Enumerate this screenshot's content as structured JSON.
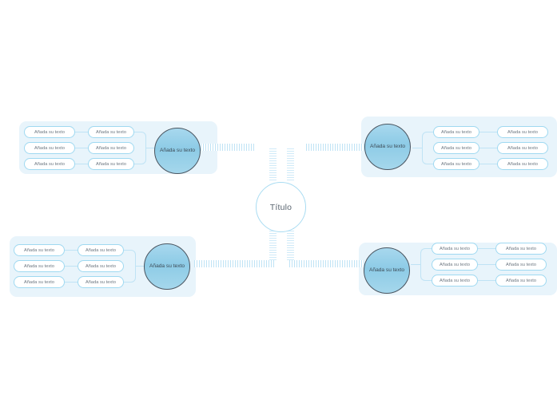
{
  "diagram": {
    "type": "mind-map",
    "title_node": {
      "label": "Título"
    },
    "colors": {
      "panel_fill": "#e8f4fb",
      "hub_fill": "#8dcbe6",
      "hub_border": "#4a5560",
      "pill_border": "#9fd9f1",
      "connector": "#bfe3f5",
      "center_border": "#a9dcf2",
      "text": "#6b7680"
    },
    "branches": [
      {
        "id": "top-left",
        "hub": {
          "label": "Añada su texto"
        },
        "inner": [
          {
            "label": "Añada su texto"
          },
          {
            "label": "Añada su texto"
          },
          {
            "label": "Añada su texto"
          }
        ],
        "outer": [
          {
            "label": "Añada su texto"
          },
          {
            "label": "Añada su texto"
          },
          {
            "label": "Añada su texto"
          }
        ]
      },
      {
        "id": "top-right",
        "hub": {
          "label": "Añada su texto"
        },
        "inner": [
          {
            "label": "Añada su texto"
          },
          {
            "label": "Añada su texto"
          },
          {
            "label": "Añada su texto"
          }
        ],
        "outer": [
          {
            "label": "Añada su texto"
          },
          {
            "label": "Añada su texto"
          },
          {
            "label": "Añada su texto"
          }
        ]
      },
      {
        "id": "bottom-left",
        "hub": {
          "label": "Añada su texto"
        },
        "inner": [
          {
            "label": "Añada su texto"
          },
          {
            "label": "Añada su texto"
          },
          {
            "label": "Añada su texto"
          }
        ],
        "outer": [
          {
            "label": "Añada su texto"
          },
          {
            "label": "Añada su texto"
          },
          {
            "label": "Añada su texto"
          }
        ]
      },
      {
        "id": "bottom-right",
        "hub": {
          "label": "Añada su texto"
        },
        "inner": [
          {
            "label": "Añada su texto"
          },
          {
            "label": "Añada su texto"
          },
          {
            "label": "Añada su texto"
          }
        ],
        "outer": [
          {
            "label": "Añada su texto"
          },
          {
            "label": "Añada su texto"
          },
          {
            "label": "Añada su texto"
          }
        ]
      }
    ]
  }
}
